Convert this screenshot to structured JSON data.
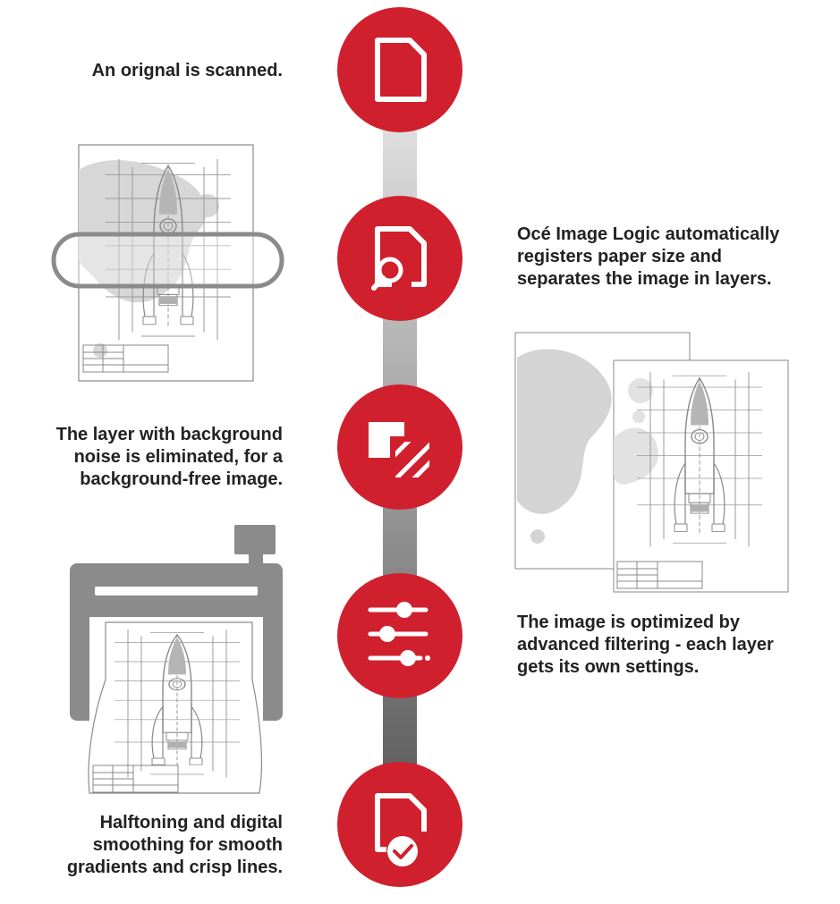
{
  "colors": {
    "accent_red": "#d0202e",
    "icon_white": "#ffffff",
    "connector_light": "#e2e2e2",
    "connector_dark": "#5c5c5c",
    "text": "#222222",
    "drawing_line": "#9a9a9a",
    "blob": "#d4d4d4",
    "printer": "#8b8b8b"
  },
  "steps": [
    {
      "icon": "document-icon",
      "caption": "An orignal is scanned."
    },
    {
      "icon": "document-search-icon",
      "caption": "Océ Image Logic automatically\nregisters paper size and\nseparates the image in layers."
    },
    {
      "icon": "layers-icon",
      "caption": "The layer with background\nnoise is eliminated, for a\nbackground-free image."
    },
    {
      "icon": "sliders-icon",
      "caption": "The image is optimized  by\nadvanced filtering - each layer\ngets its own settings."
    },
    {
      "icon": "document-check-icon",
      "caption": "Halftoning and digital\nsmoothing for smooth\ngradients and crisp lines."
    }
  ]
}
